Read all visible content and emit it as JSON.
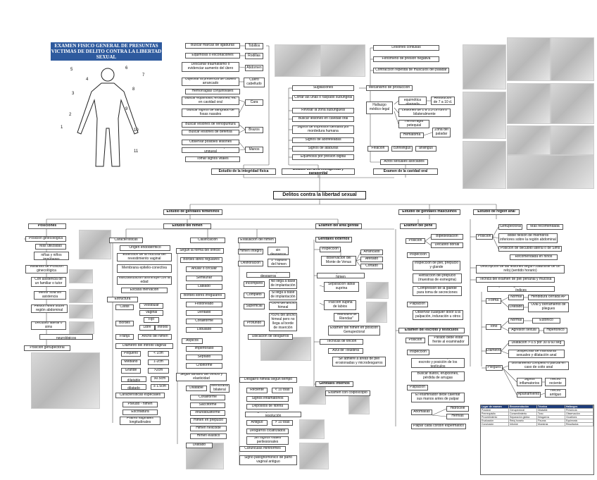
{
  "title": "EXAMEN FISICO GENERAL DE PRESUNTAS VICTIMAS DE DELITO CONTRA LA LIBERTAD SEXUAL",
  "colors": {
    "title_bg": "#2e5a9e",
    "line": "#555555"
  },
  "body_numbers": [
    "1",
    "2",
    "3",
    "4",
    "5",
    "6",
    "7",
    "8",
    "9",
    "10",
    "11"
  ],
  "root": "Delitos contra la libertad sexual",
  "top": {
    "integridad": {
      "title": "Estudio de la integridad física",
      "items": [
        "Buscar marcas de ligaduras",
        "Equimosis o excoriaciones",
        "Descartar traumatismo o evidenciar aumento del útero",
        "Objetivar la presencia de cabello arrancado",
        "Hemorragias conjuntivales",
        "Buscar equimosis, erosiones, etc en cavidad oral",
        "Buscar signos de sangrado de fosas nasales",
        "Buscar lesiones de venopuntura",
        "Buscar lesiones de defensa",
        "Observar posibles lesiones",
        "Tomar muestra de raspado ungueal",
        "Tomar signos vitales"
      ],
      "parts": [
        "Tobillos",
        "Rodillas",
        "Abdomen",
        "Cuero cabelludo",
        "Cara",
        "Brazos",
        "Manos"
      ]
    },
    "extragenital": {
      "title": "Estudio del área extragenital y paragenital",
      "items": [
        "Sugilaciones",
        "Cortar las uñas o raspado subungeal",
        "Revisar la zona subungueal",
        "Buscar lesiones en cavidad oral",
        "Signos de impresión dentaria por mordedura humana",
        "Signos de abofeteadas",
        "Signos de ataduras",
        "Equimosis por presión digital"
      ]
    },
    "oral": {
      "title": "Examen de la cavidad oral",
      "items": [
        "Lesiones contusas",
        "Fenómeno de presión negativa",
        "Contracción repetida de músculos del paladar",
        "Mecanismo de producción",
        "Hallazgo médico-legal",
        "Lesión equimótica alargada",
        "Resolución de 7 a 10 d.",
        "Lesiones de 1 a 1.5 cm uni o bilateralmente",
        "Hemorragia petequial",
        "Hematoma",
        "Zona del paladar",
        "Felación",
        "cunnilingus",
        "anilingus",
        "Actos sexuales asociados"
      ]
    }
  },
  "femeninos": {
    "title": "Estudio de genitales femeninos",
    "posiciones": {
      "title": "Posiciones",
      "items": [
        "Posición ginecológica",
        "Más utilizadas",
        "Recomendada en niñas y niños impúberes",
        "Variantes de Posición ginecológica",
        "Con asistencia de un familiar o tutor",
        "Menor sola sin asistencia",
        "Flexión MMII sobre región abdominal",
        "Decúbito lateral o sims",
        "Pacientes con daños neurológicos",
        "Posición genupectoral"
      ]
    },
    "himen": {
      "title": "Estudio del himen",
      "caract": [
        "Características",
        "Origen endodérmico",
        "Extensión de la mucosa del revestimiento vaginal",
        "Membrana epitelio-conectiva",
        "Vascularización disminuye con la edad",
        "Escasa inervación",
        "Estructura",
        "Caras",
        "Vestibular",
        "Vaginal",
        "Bordes",
        "Fijo",
        "Libre",
        "Introito",
        "Franja",
        "Ancho del himen",
        "Diámetro del introito vaginal",
        "Pequeño",
        "< 1cm",
        "Mediano",
        "1-2cm",
        "Grande",
        ">2cm",
        "Himen dilatable",
        "≥0.5cm",
        "Himen dilatado",
        "≥ 1.5cm",
        "Características especiales",
        "Pseudo - himen",
        "Escotadura",
        "Pilares vaginales longitudinales"
      ],
      "clasif": [
        "Clasificación",
        "Según la forma del orificio",
        "Bordes libres regulares",
        "Anular o circular",
        "Semilunar",
        "Labiado",
        "Bordes libres irregulares",
        "Festoneado",
        "Dentado",
        "Coraliforme",
        "Lobulado",
        "Atípicos",
        "Imperforado",
        "Septado",
        "Cribiforme",
        "Según tamaño del orificio y elasticidad",
        "Dilatable",
        "Membrana bilateral",
        "Coraliforme",
        "Sacciforme",
        "infundibuliforme",
        "Himen en prepucio",
        "Himen helicoide",
        "Himen elástico",
        "Dilatado"
      ],
      "eval": [
        "Evaluación del himen",
        "Himen íntegro",
        "Intacto y sin desgarros",
        "Desfloración",
        "1° ruptura del himen",
        "Se evidencia por desgarros",
        "Incompleto",
        "No llega a base de implantación",
        "Completo",
        "Si llega a base de implantación",
        "Superficial",
        "<50% del ancho himeal",
        "Profundo",
        ">50% del ancho himeal pero no llega al borde de inserción",
        "Ubicación de desgarros",
        "Desgarro himeal según tiempo",
        "Reciente",
        "< 10 días",
        "Signos inflamatorios",
        "Depósitos de fibrina",
        "Signos perilesionales en resolución",
        "Antiguo",
        "> 10 días",
        "Desgarros cicatrizados",
        "Sin signos vitales perilesionales",
        "Carúnculas mirtiformes",
        "Signo patognomónico de parto vaginal antiguo"
      ]
    },
    "area": {
      "title": "Examen del área genital",
      "items": [
        "Genitales externos",
        "Inspección",
        "observación del Monte de Venus",
        "Arrancado",
        "Afeitado",
        "Cortado",
        "Técnicas para evaluar el himen",
        "Separación labial suprina",
        "Tracción supina de labios",
        "\"Maniobra de Riendas\"",
        "Examen del himen en posición Genupectoral",
        "Técnicas de tinción",
        "Azul de Toluidina",
        "Se adhiere a áreas de piel erosionadas y microdesgarros",
        "Genitales internos",
        "Examen con colposcopio"
      ]
    }
  },
  "masculinos": {
    "title": "Estudio de genitales masculinos",
    "items": [
      "Examen del pene",
      "Posición",
      "Bipedestación",
      "Decúbito dorsal",
      "Inspección",
      "Inspección de piel, prepucio y glande",
      "Retracción del prepucio (muestras de esmegma)",
      "Compresión de la glande para toma de secreciones",
      "Palpación",
      "Observar cualquier dolor a la palpación, induración u otros",
      "Examen del escroto y testículos",
      "Posición",
      "Parado debe estar frente al examinador",
      "Inspección",
      "Visualización de la piel del escroto y posición de los testículos",
      "Buscar bultos, erupciones, pérdida de arrugas",
      "Palpación",
      "El examinador debe calentar sus manos antes de palpar",
      "Anomalías",
      "Hidrocele",
      "Hernias",
      "Palpar cada cordón espermático"
    ]
  },
  "anal": {
    "title": "Estudio de región anal",
    "items": [
      "Posición",
      "Genupectoral",
      "Más recomendada",
      "doble flexión de miembros inferiores sobre la región abdominal",
      "Posición de decúbito lateral o de Sims",
      "Recomendada en niños",
      "Descripción de las lesiones según cuadrante de un reloj (sentido horario)",
      "Técnica del examen de piel perianal y mucosa",
      "Separar los glúteos con los dedos índices",
      "Forma",
      "Normal",
      "Hendidura cerrada AP",
      "Dilatado",
      "Oval y borramiento de pliegues",
      "Tono",
      "Normal",
      "Eutónico",
      "Agresión sexual",
      "Hipertónico",
      "Diámetro",
      "Dilatación > 0.5 por 30 a 60 seg",
      "Sospechas de maniobras sexuales y dilatación anal",
      "Pliegues",
      "Borramiento completo o parcial en caso de coito anal",
      "Signos inflamatorios",
      "Hecho reciente",
      "Aplanamiento",
      "Hecho antiguo"
    ],
    "table_header": [
      "Lugar de examen",
      "Recomendación",
      "Técnica",
      "Hallazgos"
    ],
    "table_rows": [
      [
        "Posición",
        "Genupectoral",
        "Dilatable",
        "Presencia"
      ],
      [
        "Prerrequisito",
        "Consentimiento",
        "Tono",
        "Observación"
      ],
      [
        "Procedimiento",
        "Separación glútea",
        "Desgarros",
        "Cicatrices"
      ],
      [
        "Evaluación",
        "Reloj horario",
        "Fisuras",
        "Equimosis"
      ],
      [
        "Conclusión",
        "Informe",
        "Muestras",
        "Resultados"
      ]
    ]
  }
}
